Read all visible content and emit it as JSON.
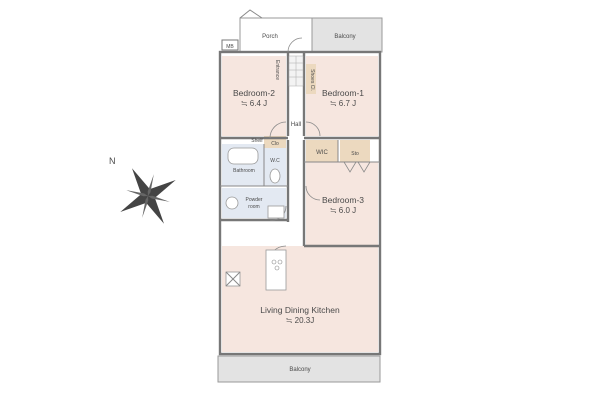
{
  "colors": {
    "room_fill": "#f6e6df",
    "bath_fill": "#e3e9f2",
    "storage_fill": "#ecd9bf",
    "balcony_fill": "#e3e3e3",
    "wall": "#777777",
    "compass": "#444444"
  },
  "rooms": {
    "porch": "Porch",
    "balcony_top": "Balcony",
    "mb": "MB",
    "entrance": "Entrance",
    "shoes": "Shoes Cl.",
    "bedroom2": {
      "name": "Bedroom-2",
      "size": "≒ 6.4 J"
    },
    "bedroom1": {
      "name": "Bedroom-1",
      "size": "≒ 6.7 J"
    },
    "hall": "Hall",
    "shelf": "Shelf",
    "clo": "Clo",
    "wic": "WIC",
    "sto": "Sto",
    "bathroom": "Bathroom",
    "wc": "W.C",
    "powder_line1": "Powder",
    "powder_line2": "room",
    "bedroom3": {
      "name": "Bedroom-3",
      "size": "≒ 6.0 J"
    },
    "ldk": {
      "name": "Living Dining Kitchen",
      "size": "≒ 20.3J"
    },
    "balcony_bottom": "Balcony"
  },
  "compass": {
    "label": "N",
    "icon": "compass-rose-icon"
  }
}
